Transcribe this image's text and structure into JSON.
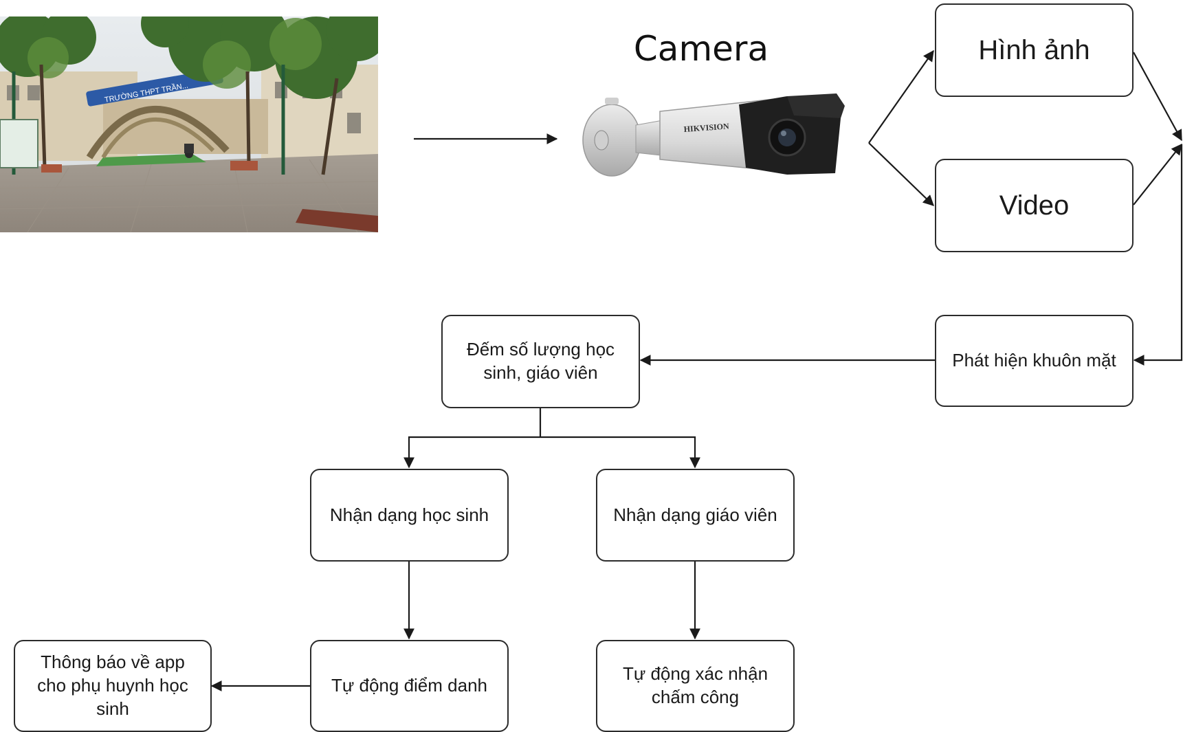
{
  "camera_title": "Camera",
  "camera_brand": "HIKVISION",
  "school_sign": "TRƯỜNG THPT TRẦN...",
  "nodes": {
    "hinh_anh": "Hình ảnh",
    "video": "Video",
    "phat_hien": "Phát hiện khuôn mặt",
    "dem_so_luong": "Đếm số lượng học\nsinh, giáo viên",
    "nhan_dang_hs": "Nhận dạng học sinh",
    "nhan_dang_gv": "Nhận dạng giáo viên",
    "diem_danh": "Tự động điểm danh",
    "cham_cong": "Tự động xác nhận\nchấm công",
    "thong_bao": "Thông báo về app\ncho phụ huynh học\nsinh"
  },
  "colors": {
    "stroke": "#1a1a1a",
    "box_border": "#2b2b2b"
  }
}
